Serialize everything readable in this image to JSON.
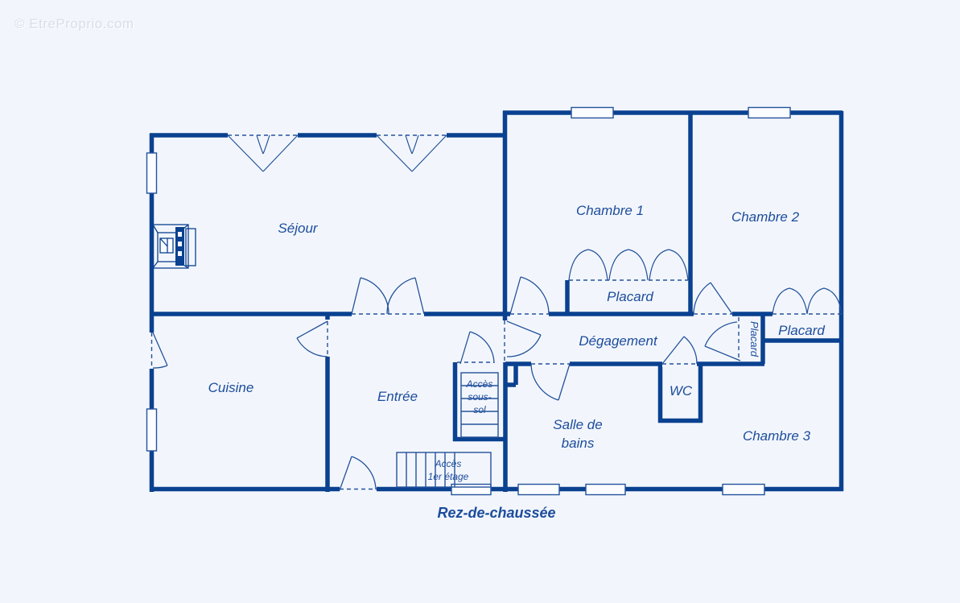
{
  "watermark": "© EtreProprio.com",
  "floor_label": "Rez-de-chaussée",
  "rooms": [
    {
      "id": "sejour",
      "label": "Séjour"
    },
    {
      "id": "cuisine",
      "label": "Cuisine"
    },
    {
      "id": "entree",
      "label": "Entrée"
    },
    {
      "id": "chambre-1",
      "label": "Chambre 1"
    },
    {
      "id": "chambre-2",
      "label": "Chambre 2"
    },
    {
      "id": "chambre-3",
      "label": "Chambre 3"
    },
    {
      "id": "degagement",
      "label": "Dégagement"
    },
    {
      "id": "wc",
      "label": "WC"
    },
    {
      "id": "salle-de-bains",
      "label": "Salle de bains"
    },
    {
      "id": "placard-chambre-1",
      "label": "Placard"
    },
    {
      "id": "placard-degagement",
      "label": "Placard"
    },
    {
      "id": "placard-chambre-2",
      "label": "Placard"
    }
  ],
  "fragments": {
    "salle_line1": "Salle de",
    "salle_line2": "bains",
    "sous_sol_line1": "Accès",
    "sous_sol_line2": "sous-",
    "sous_sol_line3": "sol",
    "etage_line1": "Accès",
    "etage_line2": "1er étage"
  },
  "colors": {
    "wall": "#0a4190",
    "thin_line": "#24529b",
    "label_text": "#1d4c9c",
    "background": "#f2f6fc",
    "window_fill": "#fafcff",
    "watermark_text": "#d9dde9"
  }
}
